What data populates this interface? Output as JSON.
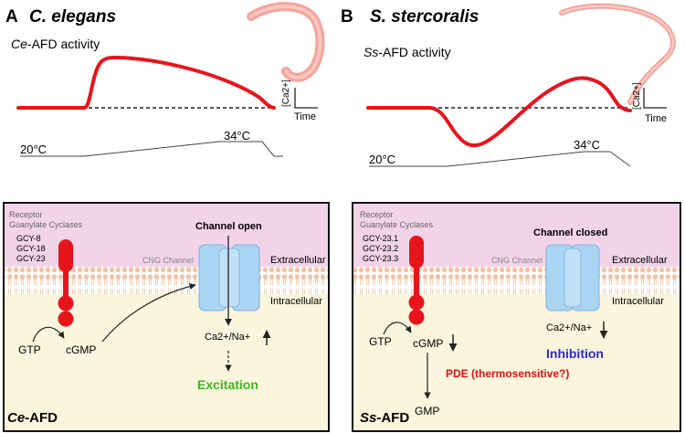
{
  "panels": [
    {
      "letter": "A",
      "species": "C. elegans",
      "activity_prefix": "Ce",
      "activity_suffix": "-AFD activity",
      "temp_low": "20°C",
      "temp_high": "34°C",
      "scale_ca_label": "[Ca2+]",
      "scale_time_label": "Time",
      "receptor_title_1": "Receptor",
      "receptor_title_2": "Guanylate Cyclases",
      "gcys": [
        "GCY-8",
        "GCY-18",
        "GCY-23"
      ],
      "cng_label": "CNG Channel",
      "extracellular": "Extracellular",
      "intracellular": "Intracellular",
      "channel_state": "Channel open",
      "gtp": "GTP",
      "cgmp": "cGMP",
      "ion": "Ca2+/Na+",
      "outcome": "Excitation",
      "outcome_color": "#3db820",
      "footer_prefix": "Ce",
      "footer_suffix": "-AFD"
    },
    {
      "letter": "B",
      "species": "S. stercoralis",
      "activity_prefix": "Ss",
      "activity_suffix": "-AFD activity",
      "temp_low": "20°C",
      "temp_high": "34°C",
      "scale_ca_label": "[Ca2+]",
      "scale_time_label": "Time",
      "receptor_title_1": "Receptor",
      "receptor_title_2": "Guanylate Cyclases",
      "gcys": [
        "GCY-23.1",
        "GCY-23.2",
        "GCY-23.3"
      ],
      "cng_label": "CNG Channel",
      "extracellular": "Extracellular",
      "intracellular": "Intracellular",
      "channel_state": "Channel closed",
      "gtp": "GTP",
      "cgmp": "cGMP",
      "ion": "Ca2+/Na+",
      "outcome": "Inhibition",
      "outcome_color": "#2a2ad8",
      "pde": "PDE (thermosensitive?)",
      "pde_color": "#e01010",
      "gmp": "GMP",
      "footer_prefix": "Ss",
      "footer_suffix": "-AFD"
    }
  ],
  "colors": {
    "trace": "#e8141c",
    "membrane_top": "#f2d3e8",
    "cytoplasm": "#fbf5dd",
    "channel": "#a9d4f2",
    "worm": "#f4a49c"
  }
}
